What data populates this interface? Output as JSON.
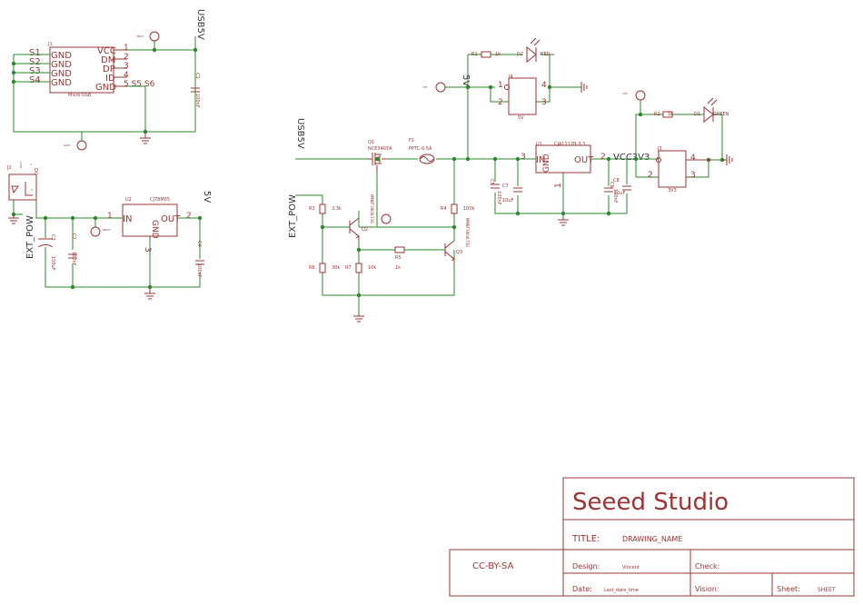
{
  "schematic": {
    "usb": {
      "ref": "J1",
      "name": "Micro USB",
      "pins_left": [
        "GND",
        "GND",
        "GND",
        "GND"
      ],
      "side_labels": [
        "S1",
        "S2",
        "S3",
        "S4"
      ],
      "pins_right": [
        "VCC",
        "DM",
        "DP",
        "ID",
        "GND"
      ],
      "pin_nums": [
        "1",
        "2",
        "3",
        "4",
        "5 S5 S6"
      ],
      "net": "USB5V",
      "vbus_label": "VBUS",
      "gnd_label": "GND",
      "cap_ref": "C1",
      "cap_val": "100nF"
    },
    "jack": {
      "ref": "J2",
      "label1": "CON",
      "label2": "DC",
      "net": "EXT_POW",
      "pin1": "1",
      "pin2": "2"
    },
    "reg5": {
      "ref": "U2",
      "part": "CJ78M05",
      "in_label": "IN",
      "out_label": "OUT",
      "gnd_label": "GND",
      "pin_in": "1",
      "pin_out": "2",
      "pin_gnd": "3",
      "net_out": "5V",
      "test_label": "INPUT",
      "c_in_ref": "C3",
      "c_in_val": "100uF",
      "c2_ref": "C2",
      "c2_val": "100nF",
      "c_out_ref": "C4",
      "c_out_val": "100nF"
    },
    "switch": {
      "net_usb": "USB5V",
      "net_ext": "EXT_POW",
      "net_5v": "5V",
      "q1_ref": "Q1",
      "q1_part": "NCE3407A",
      "f1_ref": "F1",
      "f1_part": "PPTC-0.5A",
      "r3_ref": "R3",
      "r3_val": "3.3k",
      "r6_ref": "R6",
      "r6_val": "30k",
      "r7_ref": "R7",
      "r7_val": "10k",
      "r5_ref": "R5",
      "r5_val": "1k",
      "r4_ref": "R4",
      "r4_val": "100k",
      "q2_ref": "Q2",
      "q2_part": "MMBT3904LT3G",
      "q3_ref": "Q3",
      "q3_part": "MMBT3904LT3G"
    },
    "led5": {
      "r_ref": "R1",
      "r_val": "1k",
      "d_ref": "D2",
      "d_color": "RED",
      "j_ref": "J4",
      "j_label": "5V",
      "pin1": "1",
      "pin2": "2",
      "pin3": "3",
      "pin4": "4",
      "net": "5V",
      "test_label": "TP5"
    },
    "reg33": {
      "ref": "U1",
      "part": "CJA1117B-3.3",
      "in_label": "IN",
      "out_label": "OUT",
      "gnd_label": "GND",
      "pin_in": "3",
      "pin_out": "2",
      "pin_gnd": "1",
      "net_out": "VCC3V3",
      "c5_ref": "C5",
      "c5_val": "100nF",
      "c7_ref": "C7",
      "c7_val": "10uF",
      "c8_ref": "C8",
      "c8_val": "10uF",
      "c6_ref": "C6",
      "c6_val": "100nF"
    },
    "led33": {
      "r_ref": "R2",
      "r_val": "1k",
      "d_ref": "D1",
      "d_color": "GREEN",
      "j_ref": "J3",
      "j_label": "3V3",
      "pin2": "2",
      "pin3": "3",
      "pin4": "4",
      "test_label": "TP6"
    }
  },
  "title_block": {
    "company": "Seeed Studio",
    "title_label": "TITLE:",
    "title_value": "DRAWING_NAME",
    "license": "CC-BY-SA",
    "design_label": "Design:",
    "design_value": "Vincent",
    "check_label": "Check:",
    "date_label": "Date:",
    "date_value": "Last_date_time",
    "vision_label": "Vision:",
    "sheet_label": "Sheet:",
    "sheet_value": "SHEET"
  }
}
